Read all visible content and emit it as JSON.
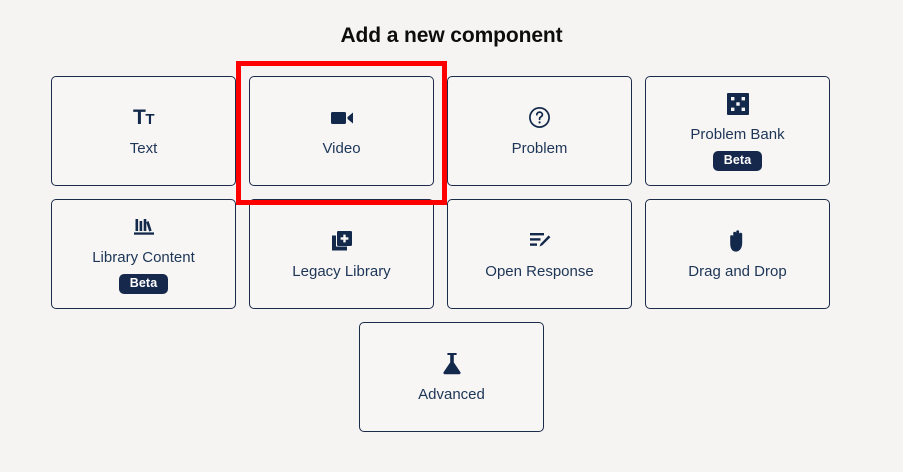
{
  "page": {
    "title": "Add a new component",
    "background_color": "#f5f4f2",
    "accent_color": "#13294b",
    "highlight_color": "#ff0000"
  },
  "grid": {
    "rows": [
      {
        "cards": [
          {
            "label": "Text",
            "icon": "text-icon",
            "badge": null
          },
          {
            "label": "Video",
            "icon": "video-camera-icon",
            "badge": null
          },
          {
            "label": "Problem",
            "icon": "question-circle-icon",
            "badge": null
          },
          {
            "label": "Problem Bank",
            "icon": "dice-icon",
            "badge": "Beta"
          }
        ]
      },
      {
        "cards": [
          {
            "label": "Library Content",
            "icon": "library-books-icon",
            "badge": "Beta"
          },
          {
            "label": "Legacy Library",
            "icon": "copy-plus-icon",
            "badge": null
          },
          {
            "label": "Open Response",
            "icon": "lines-pencil-icon",
            "badge": null
          },
          {
            "label": "Drag and Drop",
            "icon": "hand-icon",
            "badge": null
          }
        ]
      },
      {
        "cards": [
          {
            "label": "Advanced",
            "icon": "flask-icon",
            "badge": null
          }
        ]
      }
    ]
  },
  "selection": {
    "target_label": "Video"
  }
}
